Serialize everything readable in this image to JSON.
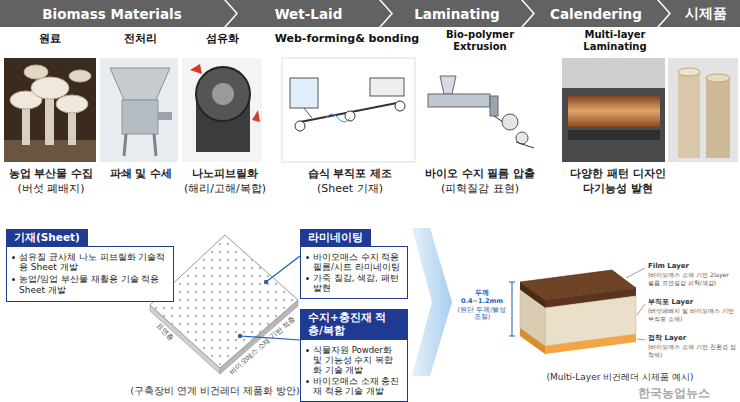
{
  "diagram": {
    "nodes": [
      {
        "text": [
          "Biomass Materials"
        ]
      },
      {
        "text": [
          "Wet-Laid"
        ]
      },
      {
        "text": [
          "Laminating"
        ]
      },
      {
        "text": [
          "Calendering"
        ]
      },
      {
        "text": [
          "시제품"
        ]
      },
      {
        "text": [
          "기재(Sheet)",
          "섬유질 균사체 나노 피브릴화 기술적용 Sheet 개발",
          "농업/임업 부산물 재활용 기술 적용 Sheet 개발"
        ]
      },
      {
        "text": [
          "라미네이팅",
          "바이오매스 수지 적용 필름/시트 라미네이팅",
          "가죽 질감, 색감, 패턴 발현"
        ]
      },
      {
        "text": [
          "수지+충진재 적층/복합",
          "식물자원 Powder화 및 기능성 수지 복합화 기술 개발",
          "바이오매스 소재 충진재 적용 기술 개발"
        ]
      }
    ],
    "labels": [
      "원료",
      "전처리",
      "섬유화",
      "Web-forming& bonding",
      "Bio-polymer Extrusion",
      "Multi-layer Laminating",
      "농업 부산물 수집",
      "(버섯 폐배지)",
      "파쇄 및 수세",
      "나노피브릴화",
      "(해리/고해/복합)",
      "습식 부직포 제조",
      "(Sheet 기재)",
      "바이오 수지 필름 압출",
      "(피혁질감 표현)",
      "다양한 패턴 디자인",
      "다기능성 발현",
      "표면층",
      "바이오매스 소재 기반 적층",
      "(구축장비 연계 비건레더 제품화 방안)",
      "두께 0.4~1.2mm",
      "(원단 두께/물성 조절)",
      "Film Layer",
      "(바이오매스 소재 기반 2layer 필름 표면질감 피혁/색감)",
      "부직포 Layer",
      "(버섯폐배지 및 바이오매스 기반 부직포 소재)",
      "접착 Layer",
      "(바이오매스 소재 기반 친환경 접착제)",
      "(Multi-Layer 비건레더 시제품 예시)",
      "한국농업뉴스"
    ]
  }
}
